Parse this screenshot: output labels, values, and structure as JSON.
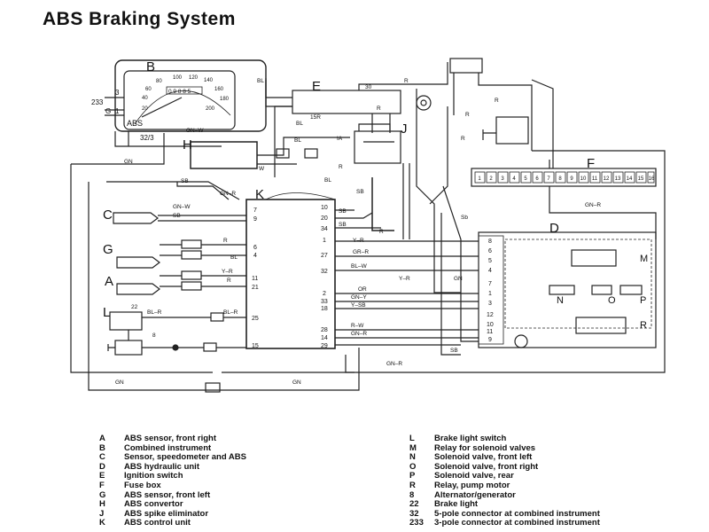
{
  "title": "ABS Braking System",
  "component_labels": {
    "A": "A",
    "B": "B",
    "C": "C",
    "D": "D",
    "E": "E",
    "F": "F",
    "G": "G",
    "H": "H",
    "J": "J",
    "K": "K",
    "L": "L",
    "M": "M",
    "N": "N",
    "O": "O",
    "P": "P",
    "R": "R"
  },
  "gauge": {
    "ticks": [
      "80",
      "100",
      "120",
      "140",
      "60",
      "160",
      "40",
      "180",
      "20",
      "200"
    ],
    "odometer": "0 9 8 8 5",
    "abs_label": "ABS",
    "pin_3": "3",
    "pin_1": "1",
    "pin_233": "233",
    "pin_g": "G",
    "pin_32_3": "32/3"
  },
  "k_pins_left": [
    "7",
    "9",
    "6",
    "4",
    "11",
    "21",
    "25",
    "15"
  ],
  "k_pins_right": [
    "10",
    "20",
    "34",
    "1",
    "27",
    "32",
    "2",
    "33",
    "18",
    "28",
    "14",
    "29"
  ],
  "d_pins": [
    "8",
    "6",
    "5",
    "4",
    "7",
    "1",
    "3",
    "12",
    "10",
    "11",
    "9"
  ],
  "fuse_numbers": [
    "1",
    "2",
    "3",
    "4",
    "5",
    "6",
    "7",
    "8",
    "9",
    "10",
    "11",
    "12",
    "13",
    "14",
    "15",
    "16"
  ],
  "wire_labels": {
    "bl_top": "BL",
    "gn_w_b": "GN–W",
    "gn_left": "GN",
    "bl_e1": "BL",
    "bl_e2": "BL",
    "r_30": "30",
    "r_top": "R",
    "r_e2": "R",
    "r_pump": "R",
    "r_relay": "R",
    "pin_15r": "15R",
    "pin_1a": "IA",
    "w_h": "W",
    "sb_h": "SB",
    "gn_r_k": "GN–R",
    "gn_w_c": "GN–W",
    "sb_c": "SB",
    "r_g1": "R",
    "bl_g": "BL",
    "y_r_a": "Y–R",
    "r_a2": "R",
    "bl_r_l1": "BL–R",
    "bl_r_l2": "BL–R",
    "pin_22": "22",
    "pin_8": "8",
    "sb_k1": "SB",
    "sb_k2": "SB",
    "sb_k3": "SB",
    "r_k1": "R",
    "y_r_k": "Y–R",
    "gr_r_k": "GR–R",
    "bl_w_k": "BL–W",
    "or_k": "OR",
    "gn_y_k": "GN–Y",
    "y_sb_k": "Y–SB",
    "r_w_k": "R–W",
    "gn_r_k2": "GN–R",
    "y_r_v": "Y–R",
    "gn_d": "GN",
    "sb_d": "Sb",
    "gn_r_f": "GN–R",
    "gn_r_bottom": "GN–R",
    "gn_bot1": "GN",
    "gn_bot2": "GN",
    "sb_bottom": "SB",
    "r_j": "R",
    "bl_j": "BL",
    "r_f": "R"
  },
  "legend_left": [
    {
      "code": "A",
      "text": "ABS sensor, front right"
    },
    {
      "code": "B",
      "text": "Combined instrument"
    },
    {
      "code": "C",
      "text": "Sensor, speedometer and ABS"
    },
    {
      "code": "D",
      "text": "ABS hydraulic unit"
    },
    {
      "code": "E",
      "text": "Ignition switch"
    },
    {
      "code": "F",
      "text": "Fuse box"
    },
    {
      "code": "G",
      "text": "ABS sensor, front left"
    },
    {
      "code": "H",
      "text": "ABS convertor"
    },
    {
      "code": "J",
      "text": "ABS spike eliminator"
    },
    {
      "code": "K",
      "text": "ABS control unit"
    }
  ],
  "legend_right": [
    {
      "code": "L",
      "text": "Brake light switch"
    },
    {
      "code": "M",
      "text": "Relay for solenoid valves"
    },
    {
      "code": "N",
      "text": "Solenoid valve, front left"
    },
    {
      "code": "O",
      "text": "Solenoid valve, front right"
    },
    {
      "code": "P",
      "text": "Solenoid valve, rear"
    },
    {
      "code": "R",
      "text": "Relay, pump motor"
    },
    {
      "code": "8",
      "text": "Alternator/generator"
    },
    {
      "code": "22",
      "text": "Brake light"
    },
    {
      "code": "32",
      "text": "5-pole connector at combined instrument"
    },
    {
      "code": "233",
      "text": "3-pole connector at combined instrument"
    }
  ]
}
